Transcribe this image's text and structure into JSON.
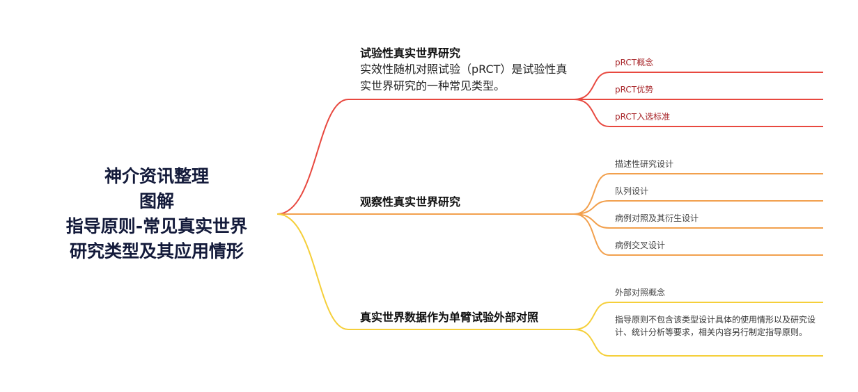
{
  "root": {
    "lines": [
      "神介资讯整理",
      "图解",
      "指导原则-常见真实世界",
      "研究类型及其应用情形"
    ]
  },
  "branches": [
    {
      "title": "试验性真实世界研究",
      "description": "实效性随机对照试验（pRCT）是试验性真实世界研究的一种常见类型。",
      "color": "#e8483f",
      "children": [
        {
          "label": "pRCT概念"
        },
        {
          "label": "pRCT优势"
        },
        {
          "label": "pRCT入选标准"
        }
      ]
    },
    {
      "title": "观察性真实世界研究",
      "color": "#f2a04d",
      "children": [
        {
          "label": "描述性研究设计"
        },
        {
          "label": "队列设计"
        },
        {
          "label": "病例对照及其衍生设计"
        },
        {
          "label": "病例交叉设计"
        }
      ]
    },
    {
      "title": "真实世界数据作为单臂试验外部对照",
      "color": "#f5cf3a",
      "children": [
        {
          "label": "外部对照概念"
        },
        {
          "description": "指导原则不包含该类型设计具体的使用情形以及研究设计、统计分析等要求，相关内容另行制定指导原则。"
        }
      ]
    }
  ]
}
